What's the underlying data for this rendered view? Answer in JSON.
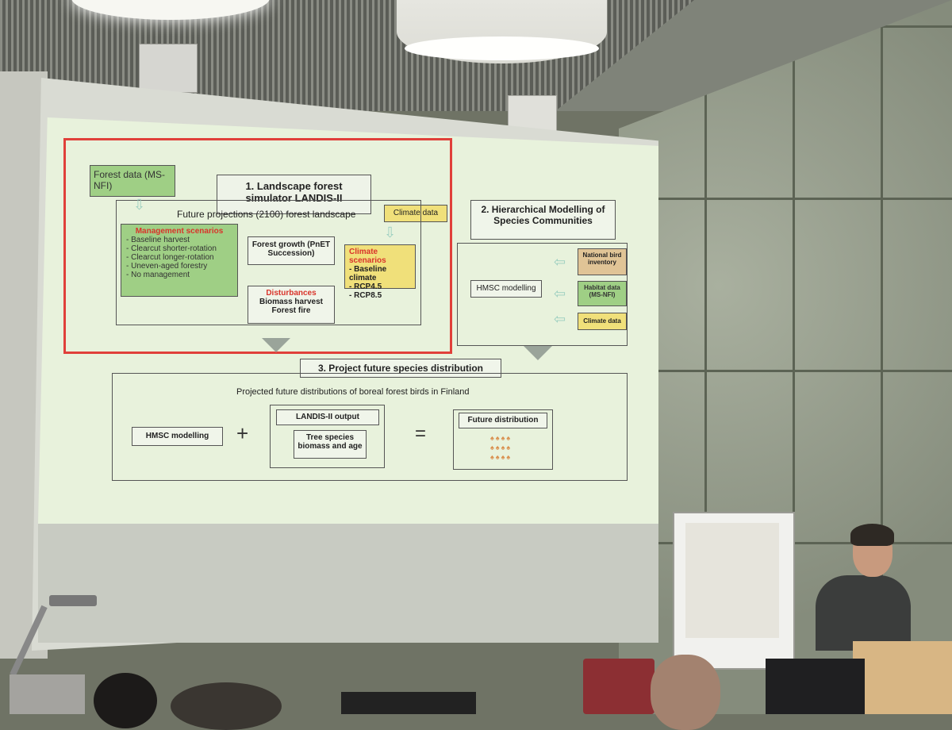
{
  "slide": {
    "forest_data": "Forest data (MS-NFI)",
    "section1_title": "1. Landscape forest simulator LANDIS-II",
    "climate_data": "Climate data",
    "future_projections": "Future projections (2100) forest landscape",
    "management": {
      "title": "Management scenarios",
      "items": [
        "Baseline harvest",
        "Clearcut shorter-rotation",
        "Clearcut longer-rotation",
        "Uneven-aged forestry",
        "No management"
      ]
    },
    "forest_growth": "Forest growth (PnET Succession)",
    "disturbances": {
      "title": "Disturbances",
      "items": [
        "Biomass harvest",
        "Forest fire"
      ]
    },
    "climate_scenarios": {
      "title": "Climate scenarios",
      "items": [
        "Baseline climate",
        "RCP4.5",
        "RCP8.5"
      ]
    },
    "section2_title": "2. Hierarchical Modelling of Species Communities",
    "hmsc_modelling": "HMSC modelling",
    "national_bird": "National bird inventory",
    "habitat_data": "Habitat data (MS-NFI)",
    "climate_data_2": "Climate data",
    "section3_title": "3. Project future species distribution",
    "projected_title": "Projected future distributions of boreal forest birds in Finland",
    "hmsc_modelling_2": "HMSC modelling",
    "plus": "+",
    "landis_output": "LANDIS-II output",
    "tree_species": "Tree species biomass and age",
    "equals": "=",
    "future_distribution": "Future distribution"
  },
  "colors": {
    "frame_red": "#e0403a",
    "management_green": "#9fcf85",
    "climate_yellow": "#f0e07a",
    "slide_background": "#e8f2dc"
  }
}
